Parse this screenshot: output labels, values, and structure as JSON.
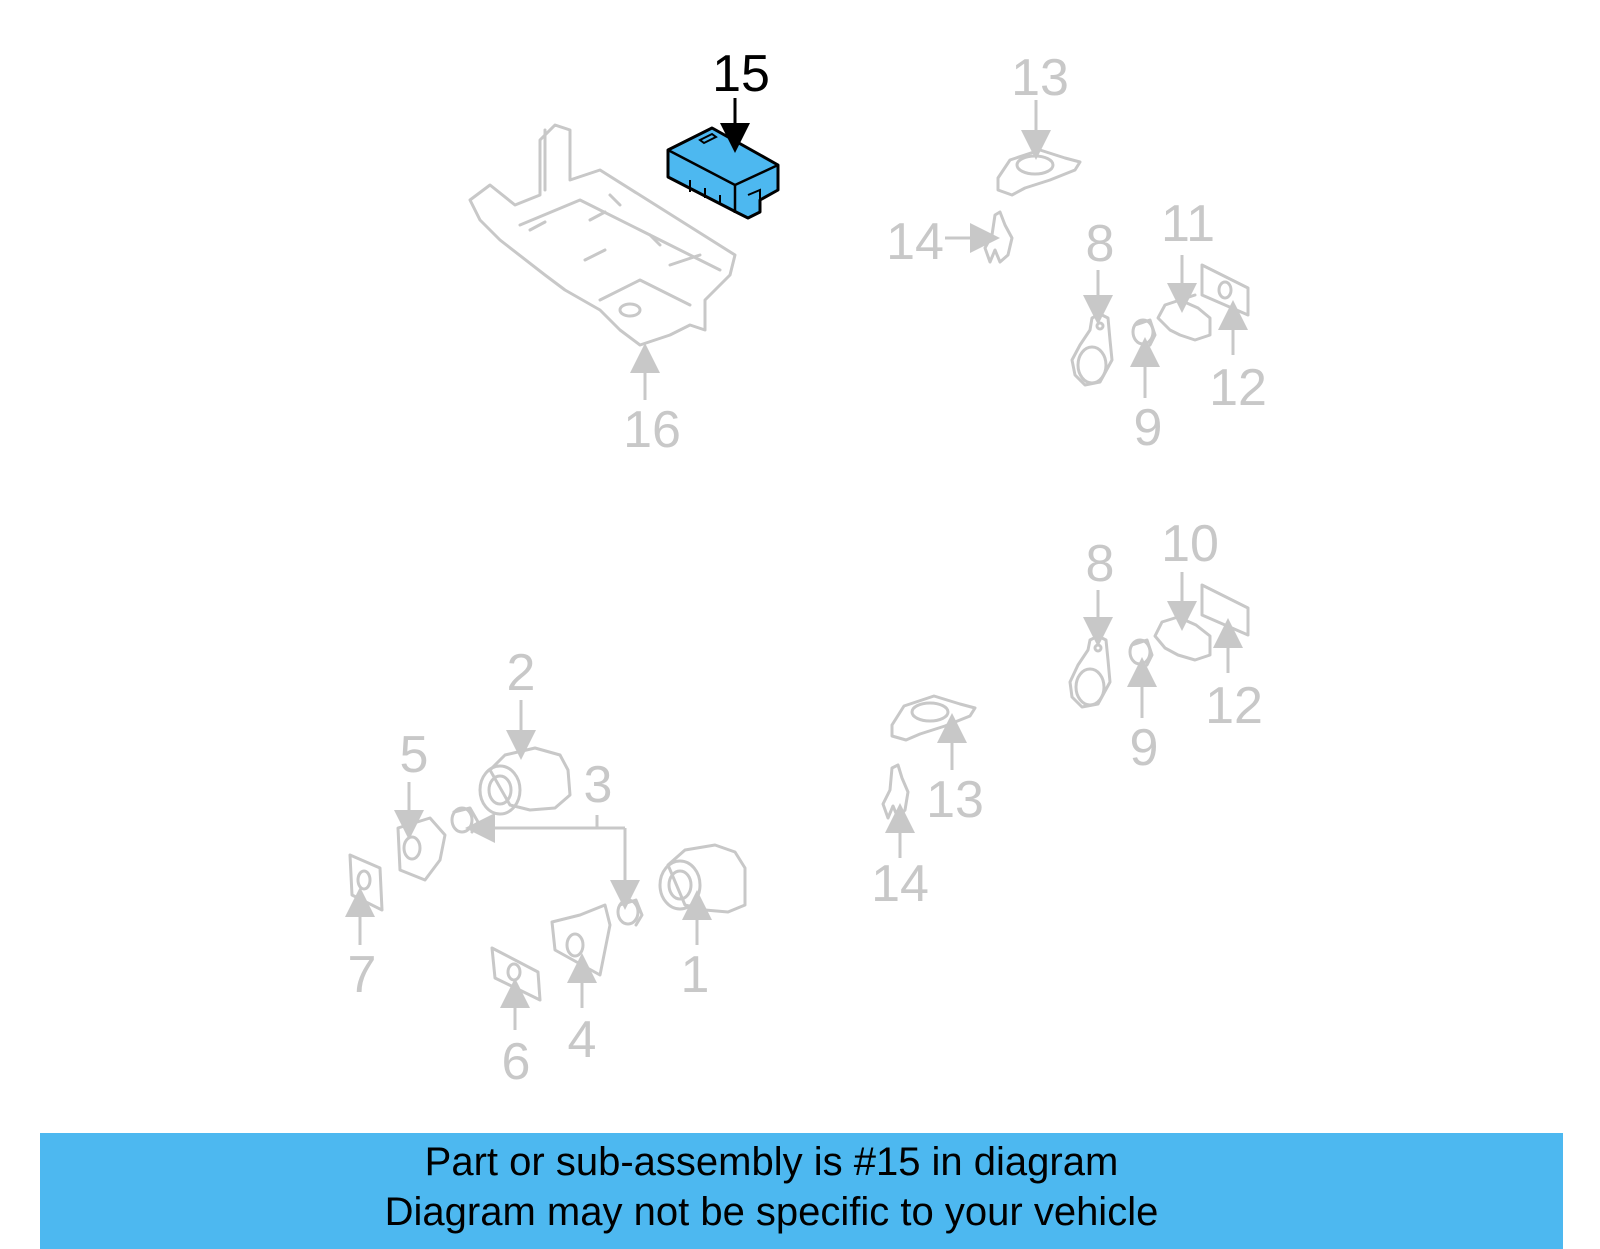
{
  "diagram": {
    "highlight_color": "#4db8f0",
    "highlighted_part": "15",
    "callouts": [
      {
        "id": "c15",
        "label": "15",
        "active": true
      },
      {
        "id": "c16",
        "label": "16"
      },
      {
        "id": "c13a",
        "label": "13"
      },
      {
        "id": "c14a",
        "label": "14"
      },
      {
        "id": "c8a",
        "label": "8"
      },
      {
        "id": "c11",
        "label": "11"
      },
      {
        "id": "c12a",
        "label": "12"
      },
      {
        "id": "c9a",
        "label": "9"
      },
      {
        "id": "c8b",
        "label": "8"
      },
      {
        "id": "c10",
        "label": "10"
      },
      {
        "id": "c12b",
        "label": "12"
      },
      {
        "id": "c9b",
        "label": "9"
      },
      {
        "id": "c2",
        "label": "2"
      },
      {
        "id": "c5",
        "label": "5"
      },
      {
        "id": "c3",
        "label": "3"
      },
      {
        "id": "c13b",
        "label": "13"
      },
      {
        "id": "c14b",
        "label": "14"
      },
      {
        "id": "c7",
        "label": "7"
      },
      {
        "id": "c1",
        "label": "1"
      },
      {
        "id": "c4",
        "label": "4"
      },
      {
        "id": "c6",
        "label": "6"
      }
    ]
  },
  "banner": {
    "line1": "Part or sub-assembly is #15 in diagram",
    "line2": "Diagram may not be specific to your vehicle"
  }
}
